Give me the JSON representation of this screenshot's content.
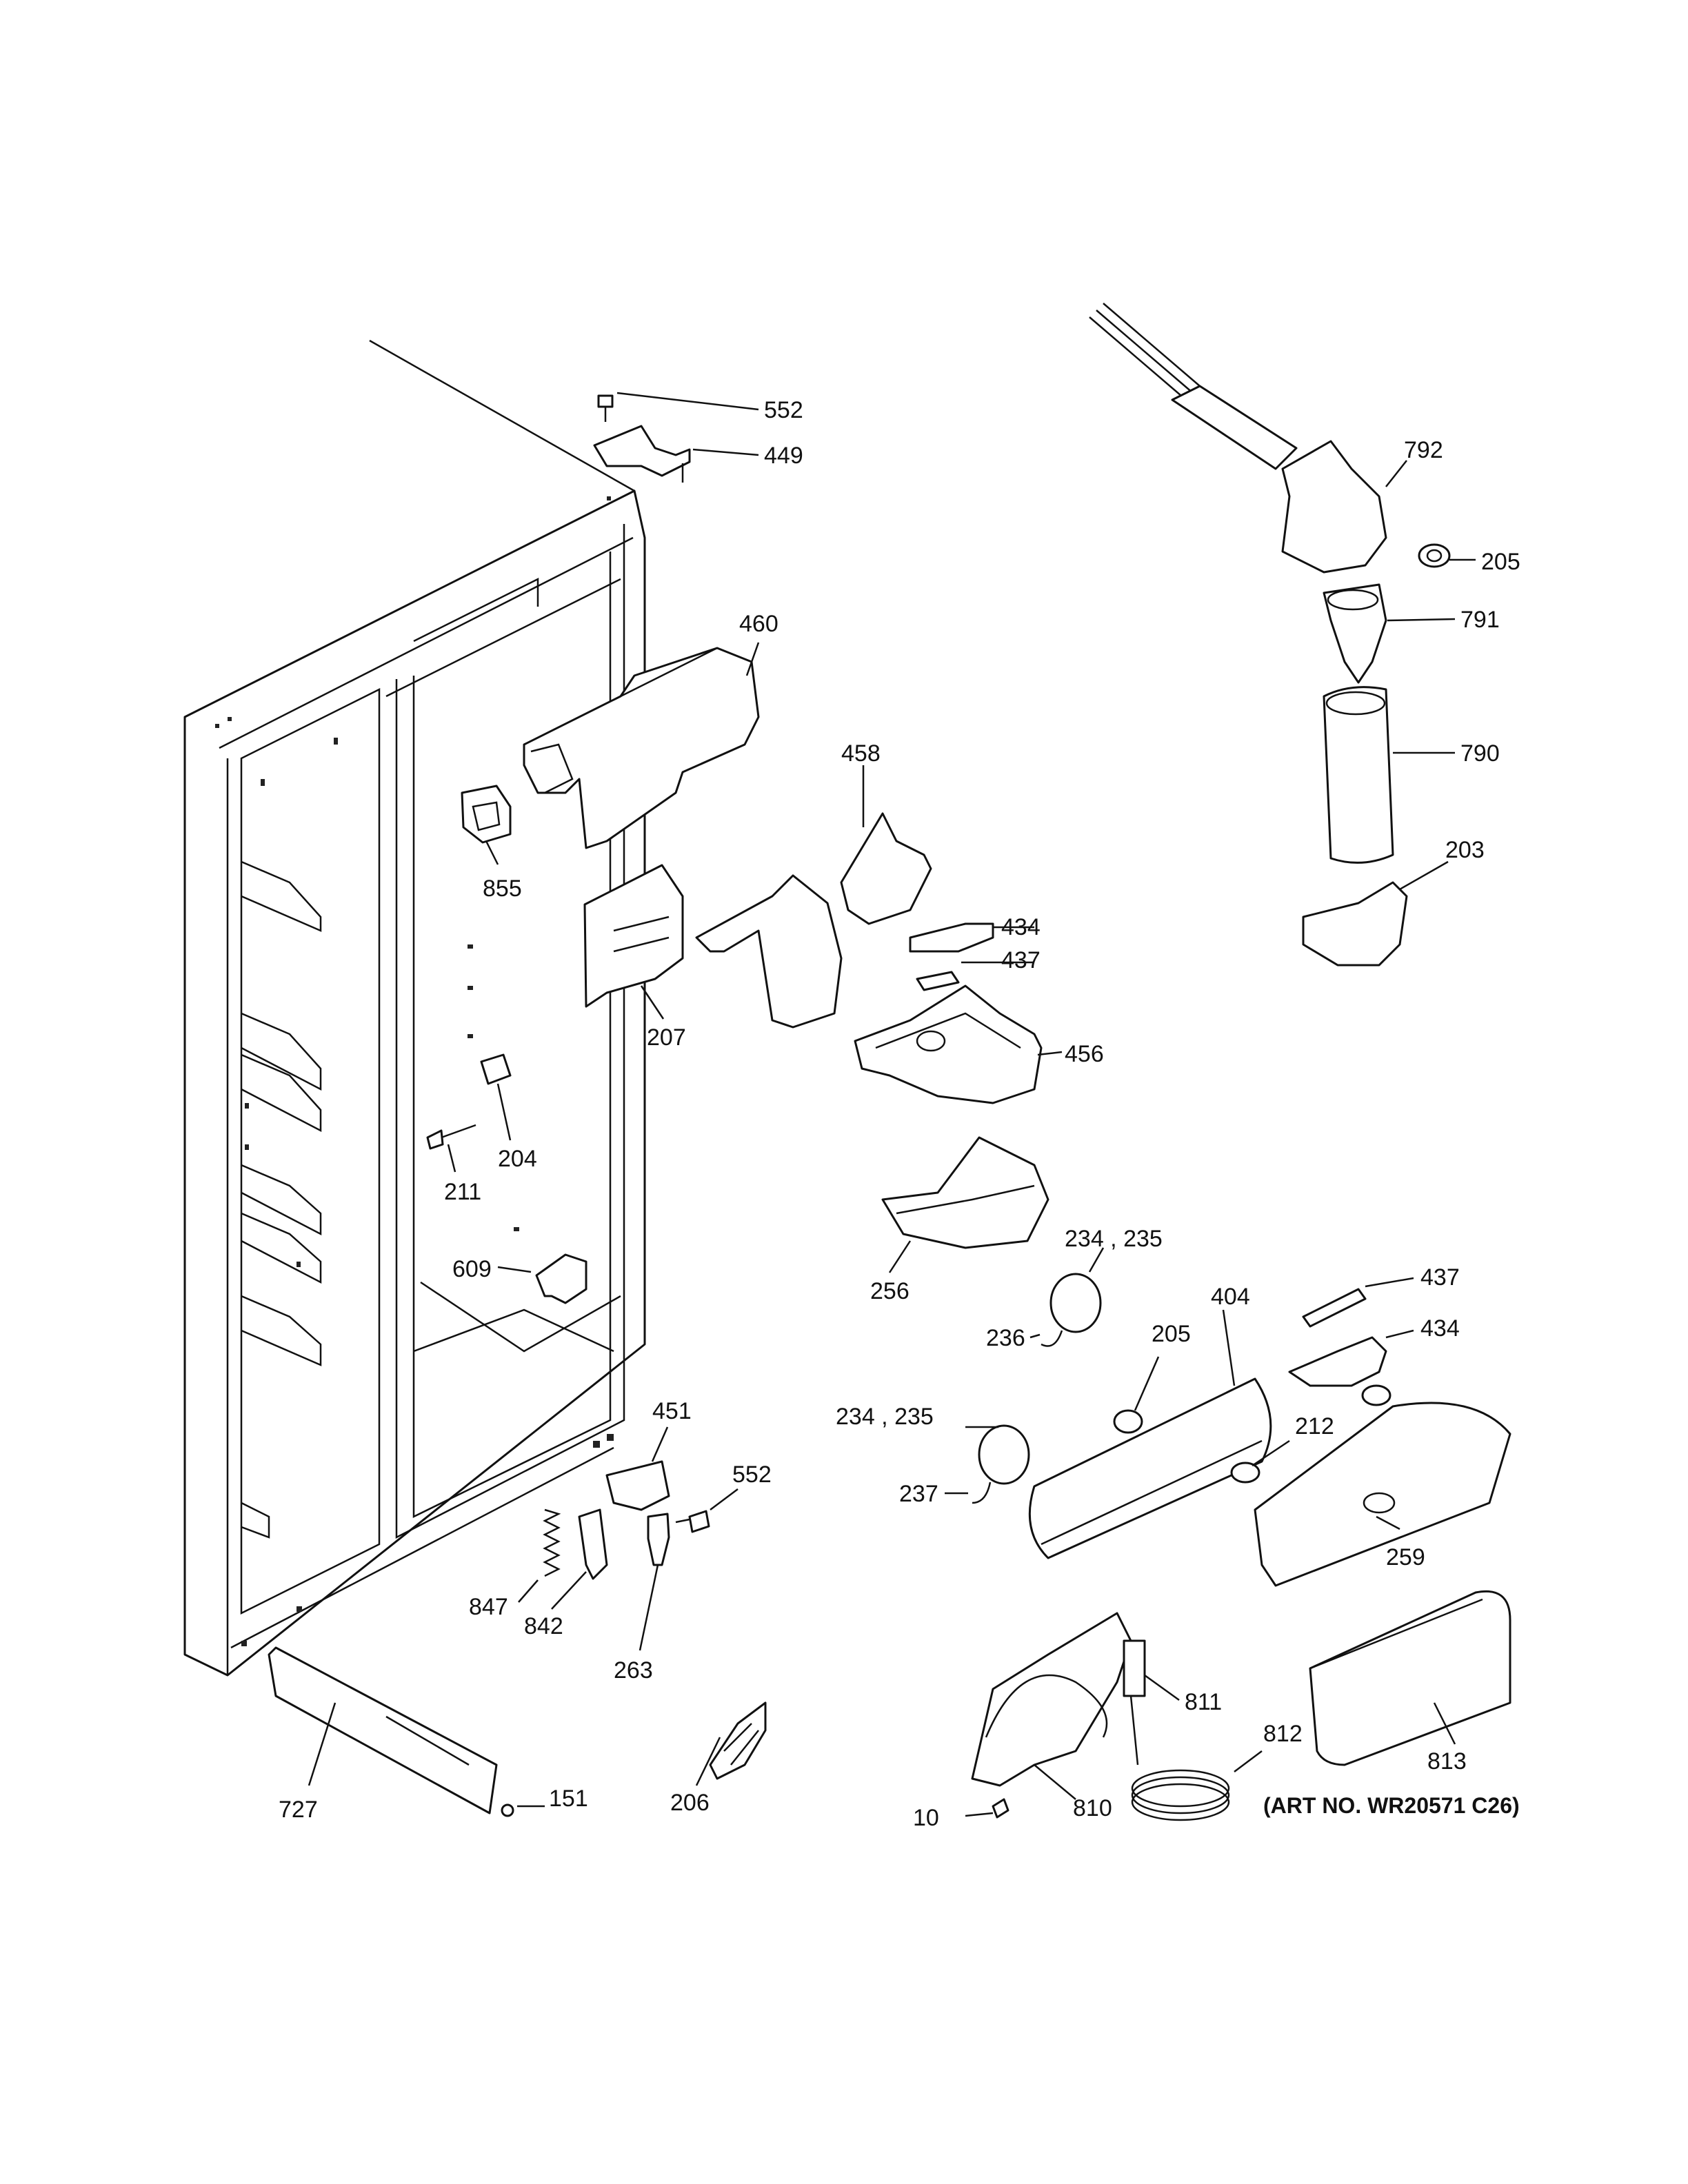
{
  "labels": {
    "l552a": "552",
    "l449": "449",
    "l460": "460",
    "l855": "855",
    "l458": "458",
    "l434a": "434",
    "l437a": "437",
    "l456": "456",
    "l207": "207",
    "l204": "204",
    "l211": "211",
    "l609": "609",
    "l256": "256",
    "l792": "792",
    "l205a": "205",
    "l791": "791",
    "l790": "790",
    "l203": "203",
    "l234a": "234 , 235",
    "l236": "236",
    "l205b": "205",
    "l404": "404",
    "l437b": "437",
    "l434b": "434",
    "l234b": "234 , 235",
    "l237": "237",
    "l212": "212",
    "l259": "259",
    "l451": "451",
    "l552b": "552",
    "l847": "847",
    "l842": "842",
    "l263": "263",
    "l727": "727",
    "l151": "151",
    "l206": "206",
    "l811": "811",
    "l812": "812",
    "l813": "813",
    "l810": "810",
    "l10": "10"
  },
  "art_number": "(ART NO. WR20571 C26)"
}
